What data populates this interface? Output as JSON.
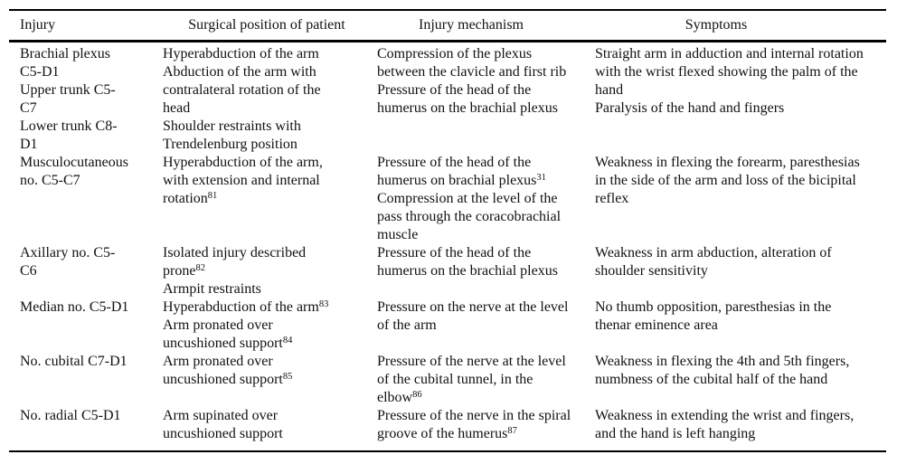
{
  "colors": {
    "background": "#ffffff",
    "text": "#111111",
    "rule": "#000000"
  },
  "table": {
    "columns": [
      {
        "key": "injury",
        "label": "Injury"
      },
      {
        "key": "position",
        "label": "Surgical position of patient"
      },
      {
        "key": "mechanism",
        "label": "Injury mechanism"
      },
      {
        "key": "symptoms",
        "label": "Symptoms"
      }
    ],
    "rows": [
      {
        "injury": [
          {
            "text": "Brachial plexus C5-D1"
          },
          {
            "text": "Upper trunk C5-C7"
          },
          {
            "text": "Lower trunk C8-D1"
          }
        ],
        "position": [
          {
            "text": "Hyperabduction of the arm"
          },
          {
            "text": "Abduction of the arm with contralateral rotation of the head"
          },
          {
            "text": "Shoulder restraints with Trendelenburg position"
          }
        ],
        "mechanism": [
          {
            "text": "Compression of the plexus between the clavicle and first rib"
          },
          {
            "text": "Pressure of the head of the humerus on the brachial plexus"
          }
        ],
        "symptoms": [
          {
            "text": "Straight arm in adduction and internal rotation with the wrist flexed showing the palm of the hand"
          },
          {
            "text": "Paralysis of the hand and fingers"
          }
        ]
      },
      {
        "injury": [
          {
            "text": "Musculocutaneous no. C5-C7"
          }
        ],
        "position": [
          {
            "text": "Hyperabduction of the arm, with extension and internal rotation",
            "sup": "81"
          }
        ],
        "mechanism": [
          {
            "text": "Pressure of the head of the humerus on brachial plexus",
            "sup": "31"
          },
          {
            "text": "Compression at the level of the pass through the coracobrachial muscle"
          }
        ],
        "symptoms": [
          {
            "text": "Weakness in flexing the forearm, paresthesias in the side of the arm and loss of the bicipital reflex"
          }
        ]
      },
      {
        "injury": [
          {
            "text": "Axillary no. C5-C6"
          }
        ],
        "position": [
          {
            "text": "Isolated injury described prone",
            "sup": "82"
          },
          {
            "text": "Armpit restraints"
          }
        ],
        "mechanism": [
          {
            "text": "Pressure of the head of the humerus on the brachial plexus"
          }
        ],
        "symptoms": [
          {
            "text": "Weakness in arm abduction, alteration of shoulder sensitivity"
          }
        ]
      },
      {
        "injury": [
          {
            "text": "Median no. C5-D1"
          }
        ],
        "position": [
          {
            "text": "Hyperabduction of the arm",
            "sup": "83"
          },
          {
            "text": "Arm pronated over uncushioned support",
            "sup": "84"
          }
        ],
        "mechanism": [
          {
            "text": "Pressure on the nerve at the level of the arm"
          }
        ],
        "symptoms": [
          {
            "text": "No thumb opposition, paresthesias in the thenar eminence area"
          }
        ]
      },
      {
        "injury": [
          {
            "text": "No. cubital C7-D1"
          }
        ],
        "position": [
          {
            "text": "Arm pronated over uncushioned support",
            "sup": "85"
          }
        ],
        "mechanism": [
          {
            "text": "Pressure of the nerve at the level of the cubital tunnel, in the elbow",
            "sup": "86"
          }
        ],
        "symptoms": [
          {
            "text": "Weakness in flexing the 4th and 5th fingers, numbness of the cubital half of the hand"
          }
        ]
      },
      {
        "injury": [
          {
            "text": "No. radial C5-D1"
          }
        ],
        "position": [
          {
            "text": "Arm supinated over uncushioned support"
          }
        ],
        "mechanism": [
          {
            "text": "Pressure of the nerve in the spiral groove of the humerus",
            "sup": "87"
          }
        ],
        "symptoms": [
          {
            "text": "Weakness in extending the wrist and fingers, and the hand is left hanging"
          }
        ]
      }
    ]
  }
}
